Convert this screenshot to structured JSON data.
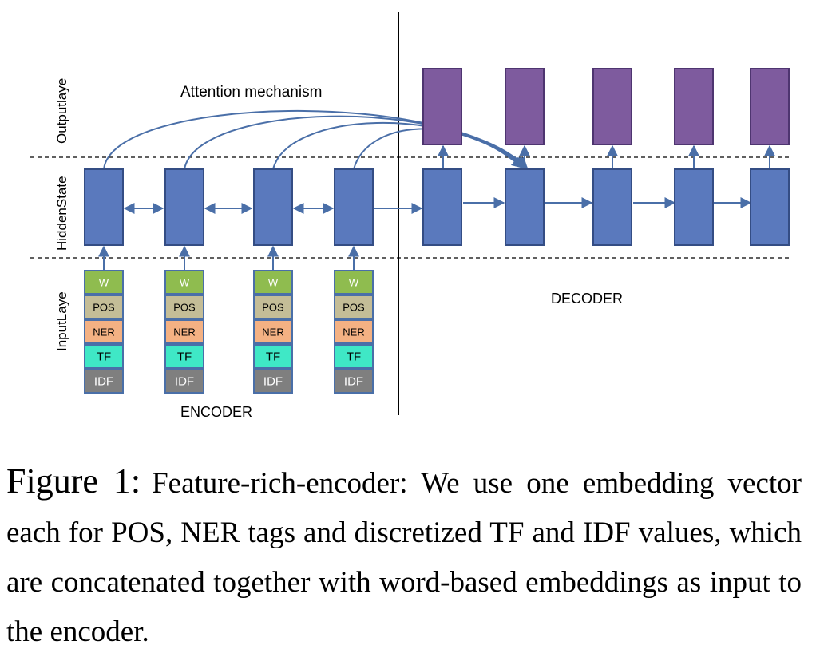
{
  "layers": {
    "output": "Outputlaye",
    "hidden": "HiddenState",
    "input": "InputLaye"
  },
  "attention_label": "Attention mechanism",
  "encoder_label": "ENCODER",
  "decoder_label": "DECODER",
  "features": [
    "W",
    "POS",
    "NER",
    "TF",
    "IDF"
  ],
  "colors": {
    "hidden": "#5a79bd",
    "hidden_border": "#344d84",
    "output": "#7e5b9e",
    "output_border": "#4e3570",
    "arrow": "#4a6fa8",
    "W": "#8fbc4f",
    "POS": "#c4bd97",
    "NER": "#f4b183",
    "TF": "#3fe8c6",
    "IDF": "#7f7f7f"
  },
  "caption": {
    "figure": "Figure 1:",
    "text": "Feature-rich-encoder: We use one embedding vector each for POS, NER tags and discretized TF and IDF values, which are concatenated together with word-based embeddings as input to the encoder."
  }
}
